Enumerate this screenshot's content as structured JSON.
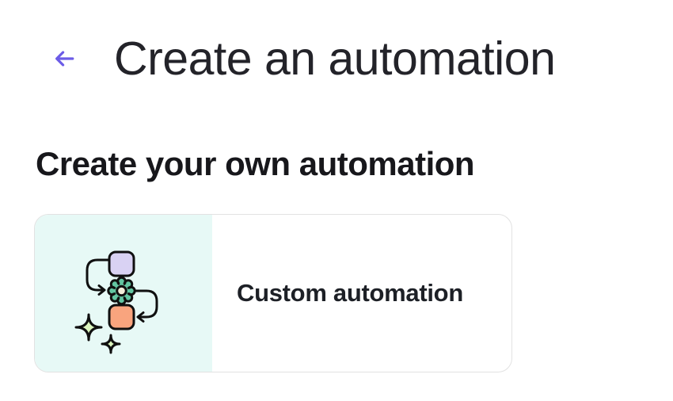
{
  "header": {
    "title": "Create an automation",
    "back_icon": "left-arrow-icon"
  },
  "section": {
    "title": "Create your own automation"
  },
  "card": {
    "label": "Custom automation",
    "illustration": "workflow-automation-illustration"
  },
  "colors": {
    "accent_purple": "#6c5ce7",
    "panel_mint": "#e7f9f6",
    "card_border": "#e2e2e2",
    "heading_text": "#232329",
    "section_text": "#17171b",
    "card_text": "#1d2026",
    "shape_outline": "#101010",
    "shape_lavender": "#d9d2f3",
    "shape_teal": "#63c5a1",
    "shape_cream": "#f3ecd9",
    "shape_salmon": "#f9a47e",
    "shape_sparkle_green": "#dcf6bf"
  }
}
